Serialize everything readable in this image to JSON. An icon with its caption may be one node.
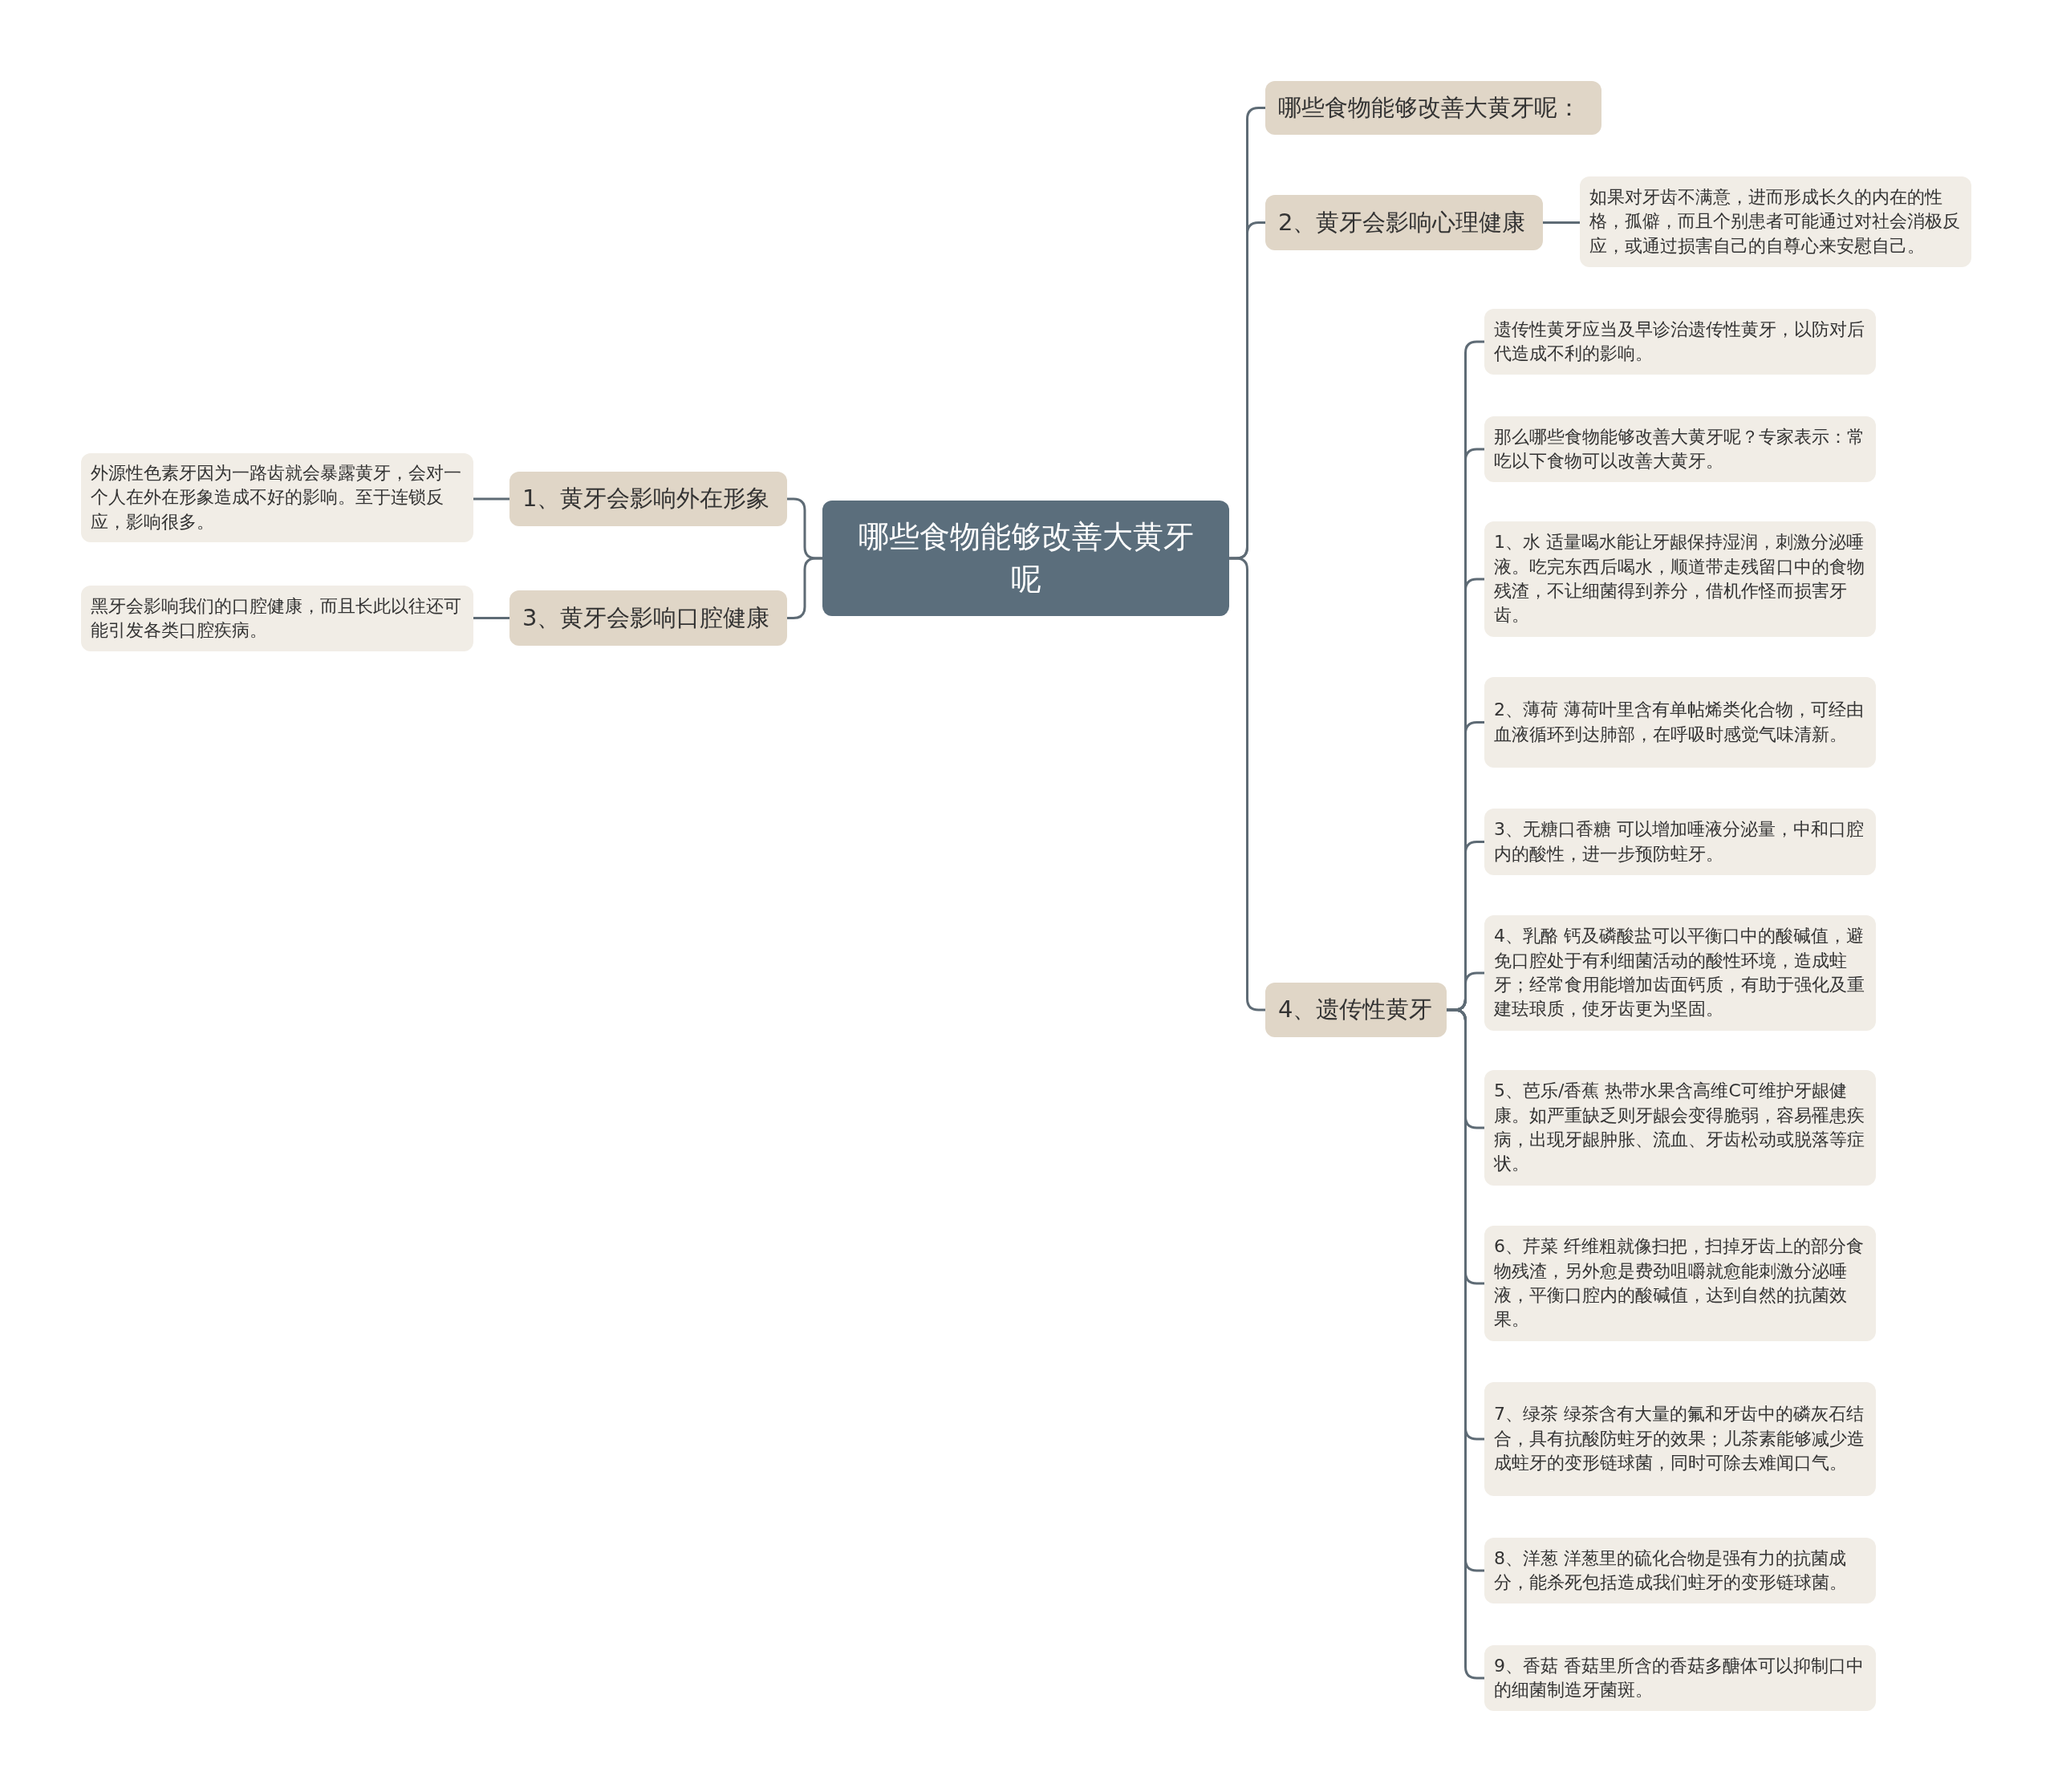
{
  "diagram": {
    "nodes": [
      {
        "text": [
          "哪些食物能够改善大黄牙呢"
        ]
      },
      {
        "text": [
          "1、黄牙会影响外在形象"
        ]
      },
      {
        "text": [
          "外源性色素牙因为一路齿就会暴露黄牙，会对一个人在外在形象造成不好的影响。至于连锁反应，影响很多。"
        ]
      },
      {
        "text": [
          "3、黄牙会影响口腔健康"
        ]
      },
      {
        "text": [
          "黑牙会影响我们的口腔健康，而且长此以往还可能引发各类口腔疾病。"
        ]
      },
      {
        "text": [
          "哪些食物能够改善大黄牙呢："
        ]
      },
      {
        "text": [
          "2、黄牙会影响心理健康"
        ]
      },
      {
        "text": [
          "如果对牙齿不满意，进而形成长久的内在的性格，孤僻，而且个别患者可能通过对社会消极反应，或通过损害自己的自尊心来安慰自己。"
        ]
      },
      {
        "text": [
          "4、遗传性黄牙"
        ]
      },
      {
        "text": [
          "遗传性黄牙应当及早诊治遗传性黄牙，以防对后代造成不利的影响。"
        ]
      },
      {
        "text": [
          "那么哪些食物能够改善大黄牙呢？专家表示：常吃以下食物可以改善大黄牙。"
        ]
      },
      {
        "text": [
          "1、水 适量喝水能让牙龈保持湿润，刺激分泌唾液。吃完东西后喝水，顺道带走残留口中的食物残渣，不让细菌得到养分，借机作怪而损害牙齿。"
        ]
      },
      {
        "text": [
          "2、薄荷 薄荷叶里含有单帖烯类化合物，可经由血液循环到达肺部，在呼吸时感觉气味清新。"
        ]
      },
      {
        "text": [
          "3、无糖口香糖 可以增加唾液分泌量，中和口腔内的酸性，进一步预防蛀牙。"
        ]
      },
      {
        "text": [
          "4、乳酪 钙及磷酸盐可以平衡口中的酸碱值，避免口腔处于有利细菌活动的酸性环境，造成蛀牙；经常食用能增加齿面钙质，有助于强化及重建珐琅质，使牙齿更为坚固。"
        ]
      },
      {
        "text": [
          "5、芭乐/香蕉 热带水果含高维C可维护牙龈健康。如严重缺乏则牙龈会变得脆弱，容易罹患疾病，出现牙龈肿胀、流血、牙齿松动或脱落等症状。"
        ]
      },
      {
        "text": [
          "6、芹菜 纤维粗就像扫把，扫掉牙齿上的部分食物残渣，另外愈是费劲咀嚼就愈能刺激分泌唾液，平衡口腔内的酸碱值，达到自然的抗菌效果。"
        ]
      },
      {
        "text": [
          "7、绿茶 绿茶含有大量的氟和牙齿中的磷灰石结合，具有抗酸防蛀牙的效果；儿茶素能够减少造成蛀牙的变形链球菌，同时可除去难闻口气。"
        ]
      },
      {
        "text": [
          "8、洋葱 洋葱里的硫化合物是强有力的抗菌成分，能杀死包括造成我们蛀牙的变形链球菌。"
        ]
      },
      {
        "text": [
          "9、香菇 香菇里所含的香菇多醣体可以抑制口中的细菌制造牙菌斑。"
        ]
      }
    ],
    "edges": [
      {
        "from": 0,
        "to": 1,
        "arrow": "none"
      },
      {
        "from": 1,
        "to": 2,
        "arrow": "none"
      },
      {
        "from": 0,
        "to": 3,
        "arrow": "none"
      },
      {
        "from": 3,
        "to": 4,
        "arrow": "none"
      },
      {
        "from": 0,
        "to": 5,
        "arrow": "none"
      },
      {
        "from": 0,
        "to": 6,
        "arrow": "none"
      },
      {
        "from": 6,
        "to": 7,
        "arrow": "none"
      },
      {
        "from": 0,
        "to": 8,
        "arrow": "none"
      },
      {
        "from": 8,
        "to": 9,
        "arrow": "none"
      },
      {
        "from": 8,
        "to": 10,
        "arrow": "none"
      },
      {
        "from": 8,
        "to": 11,
        "arrow": "none"
      },
      {
        "from": 8,
        "to": 12,
        "arrow": "none"
      },
      {
        "from": 8,
        "to": 13,
        "arrow": "none"
      },
      {
        "from": 8,
        "to": 14,
        "arrow": "none"
      },
      {
        "from": 8,
        "to": 15,
        "arrow": "none"
      },
      {
        "from": 8,
        "to": 16,
        "arrow": "none"
      },
      {
        "from": 8,
        "to": 17,
        "arrow": "none"
      },
      {
        "from": 8,
        "to": 18,
        "arrow": "none"
      },
      {
        "from": 8,
        "to": 19,
        "arrow": "none"
      }
    ]
  }
}
